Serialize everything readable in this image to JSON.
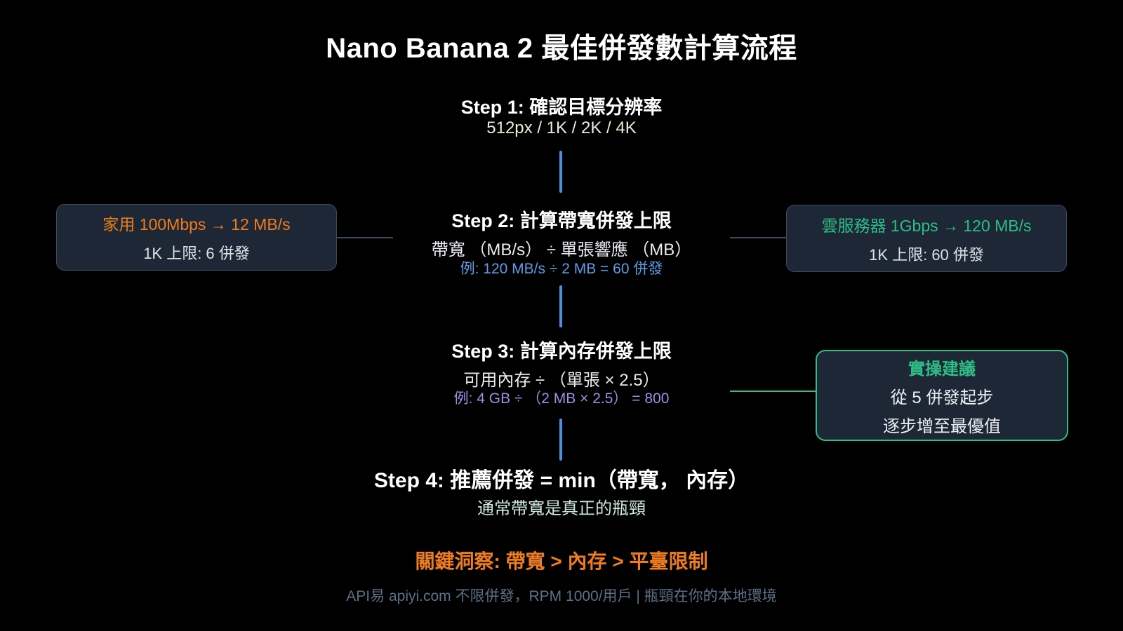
{
  "title": "Nano Banana 2 最佳併發數計算流程",
  "steps": {
    "step1": {
      "heading": "Step 1: 確認目標分辨率",
      "resolutions": "512px / 1K / 2K / 4K"
    },
    "step2": {
      "heading": "Step 2: 計算帶寬併發上限",
      "formula": "帶寬 （MB/s） ÷ 單張響應 （MB）",
      "example": "例: 120 MB/s ÷ 2 MB = 60 併發"
    },
    "step3": {
      "heading": "Step 3: 計算內存併發上限",
      "formula": "可用內存 ÷ （單張 × 2.5）",
      "example": "例: 4 GB ÷ （2 MB × 2.5） = 800"
    },
    "step4": {
      "heading": "Step 4: 推薦併發 = min（帶寬， 內存）",
      "note": "通常帶寬是真正的瓶頸"
    }
  },
  "side_boxes": {
    "home_bandwidth": {
      "highlight": "家用 100Mbps → 12 MB/s",
      "detail": "1K 上限: 6 併發"
    },
    "cloud_bandwidth": {
      "highlight": "雲服務器 1Gbps → 120 MB/s",
      "detail": "1K 上限: 60 併發"
    },
    "practical_tip": {
      "heading": "實操建議",
      "line1": "從 5 併發起步",
      "line2": "逐步增至最優值"
    }
  },
  "footer": {
    "key_insight": "關鍵洞察: 帶寬 > 內存 > 平臺限制",
    "tagline": "API易 apiyi.com 不限併發，RPM 1000/用戶 | 瓶頸在你的本地環境"
  },
  "colors": {
    "background": "#000000",
    "heading_white": "#ffffff",
    "accent_orange": "#ef7d1f",
    "accent_green": "#2ebd85",
    "example_blue": "#5d9ce6",
    "example_purple": "#9b90e2",
    "resolution_cream": "#f1e9d7",
    "note_mint": "#cfe9dd",
    "footer_gray": "#5c7086",
    "connector_blue": "#4a90e2",
    "connector_gray": "#3e4b5e",
    "box_background": "#1d2735",
    "box_border": "#3e4b5e"
  }
}
